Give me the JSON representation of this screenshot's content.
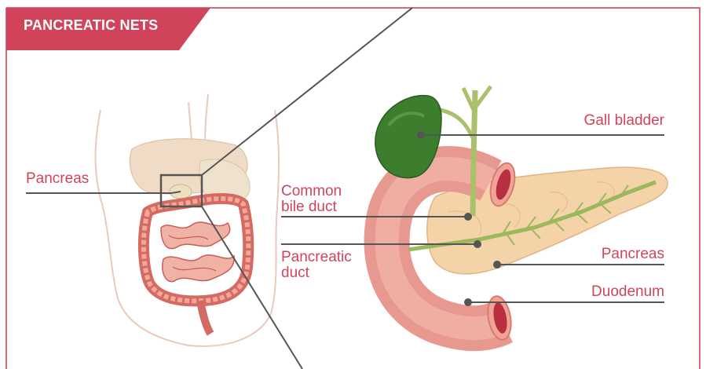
{
  "header": {
    "title": "PANCREATIC NETS"
  },
  "labels": {
    "pancreas_left": "Pancreas",
    "gall_bladder": "Gall bladder",
    "common_bile_duct_line1": "Common",
    "common_bile_duct_line2": "bile duct",
    "pancreatic_duct_line1": "Pancreatic",
    "pancreatic_duct_line2": "duct",
    "pancreas_right": "Pancreas",
    "duodenum": "Duodenum"
  },
  "colors": {
    "accent": "#d1435b",
    "border": "#d86a7c",
    "leader": "#555555"
  }
}
